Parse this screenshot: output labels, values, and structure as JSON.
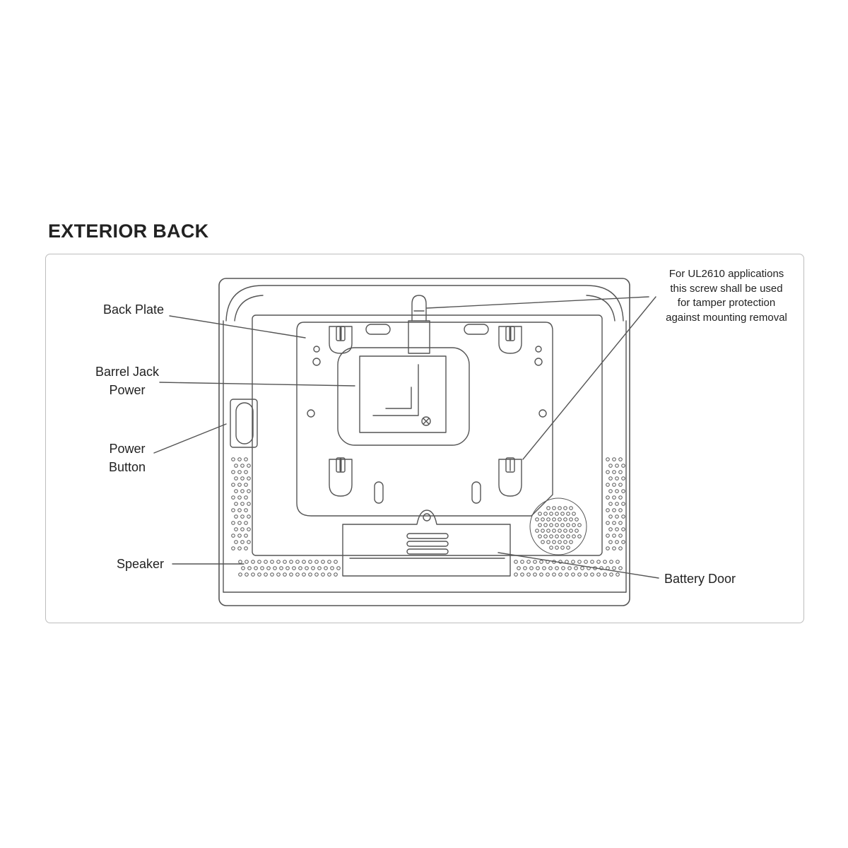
{
  "title": "EXTERIOR BACK",
  "labels": {
    "back_plate": "Back Plate",
    "barrel_jack": [
      "Barrel Jack",
      "Power"
    ],
    "power_button": [
      "Power",
      "Button"
    ],
    "speaker": "Speaker",
    "battery_door": "Battery Door",
    "ul_note": [
      "For UL2610 applications",
      "this screw shall be used",
      "for tamper protection",
      "against mounting removal"
    ]
  },
  "colors": {
    "line": "#555555",
    "panel_border": "#bdbdbd",
    "text": "#222222"
  }
}
